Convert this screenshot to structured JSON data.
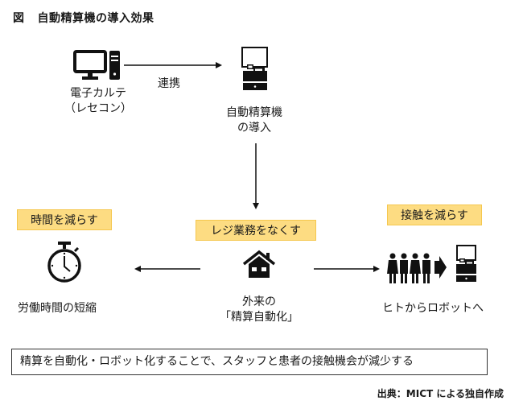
{
  "title": {
    "fig": "図",
    "text": "自動精算機の導入効果"
  },
  "nodes": {
    "emr": {
      "line1": "電子カルテ",
      "line2": "（レセコン）",
      "icon": "desktop-computer-icon"
    },
    "link_label": "連携",
    "machine": {
      "line1": "自動精算機",
      "line2": "の導入",
      "icon": "payment-kiosk-icon"
    },
    "center": {
      "tag": "レジ業務をなくす",
      "line1": "外来の",
      "line2": "「精算自動化」",
      "icon": "house-icon"
    },
    "left": {
      "tag": "時間を減らす",
      "label": "労働時間の短縮",
      "icon": "stopwatch-icon"
    },
    "right": {
      "tag": "接触を減らす",
      "label": "ヒトからロボットへ",
      "icon": "people-to-kiosk-icon"
    }
  },
  "colors": {
    "tag_fill": "#fddc82",
    "tag_border": "#f5c74e",
    "ink": "#1a1a1a"
  },
  "summary": "精算を自動化・ロボット化することで、スタッフと患者の接触機会が減少する",
  "source": "出典：MICT による独自作成"
}
